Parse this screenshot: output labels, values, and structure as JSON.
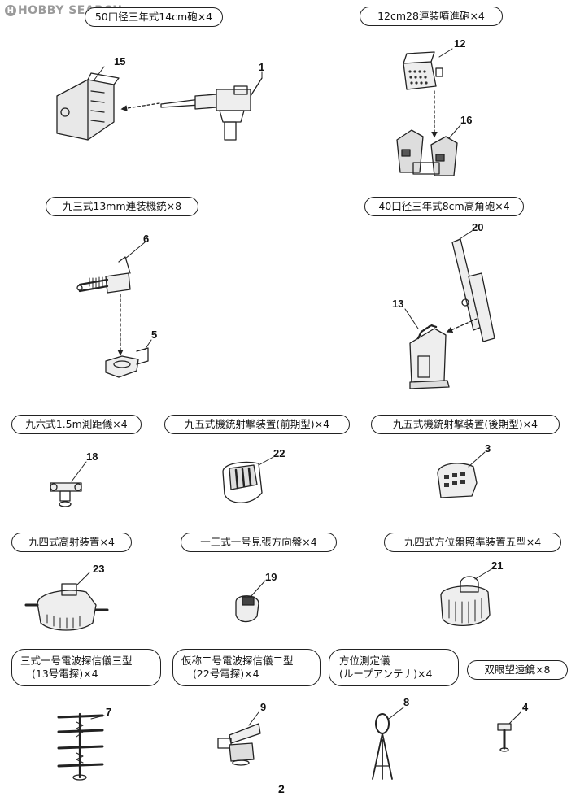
{
  "watermark": "HOBBY SEARCH",
  "page_number": "2",
  "labels": {
    "gun14": "50口径三年式14cm砲×4",
    "rocket12": "12cm28連装噴進砲×4",
    "mg13": "九三式13mm連装機銃×8",
    "ag8": "40口径三年式8cm高角砲×4",
    "rangefinder": "九六式1.5m測距儀×4",
    "director_early": "九五式機銃射撃装置(前期型)×4",
    "director_late": "九五式機銃射撃装置(後期型)×4",
    "hafd": "九四式高射装置×4",
    "lookout": "一三式一号見張方向盤×4",
    "azimuth": "九四式方位盤照準装置五型×4",
    "radar13_l1": "三式一号電波探信儀三型",
    "radar13_l2": "(13号電探)×4",
    "radar22_l1": "仮称二号電波探信儀二型",
    "radar22_l2": "(22号電探)×4",
    "dirfinder_l1": "方位測定儀",
    "dirfinder_l2": "(ループアンテナ)×4",
    "binoculars": "双眼望遠鏡×8"
  },
  "part_numbers": {
    "p1": "1",
    "p15": "15",
    "p12": "12",
    "p16": "16",
    "p6": "6",
    "p5": "5",
    "p20": "20",
    "p13": "13",
    "p18": "18",
    "p22": "22",
    "p3": "3",
    "p23": "23",
    "p19": "19",
    "p21": "21",
    "p7": "7",
    "p9": "9",
    "p8": "8",
    "p4": "4"
  }
}
